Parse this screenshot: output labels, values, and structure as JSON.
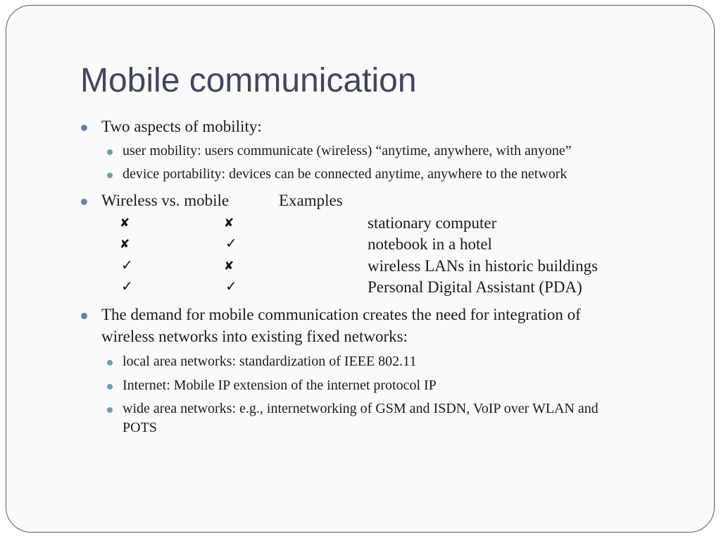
{
  "title": "Mobile communication",
  "aspects": {
    "heading": "Two aspects of mobility:",
    "items": [
      "user mobility: users communicate (wireless) “anytime, anywhere, with anyone”",
      "device portability: devices can be connected anytime, anywhere to the network"
    ]
  },
  "table": {
    "heading": "Wireless vs. mobile",
    "examples_label": "Examples",
    "rows": [
      {
        "wireless": "✘",
        "mobile": "✘",
        "example": "stationary computer"
      },
      {
        "wireless": "✘",
        "mobile": "✓",
        "example": "notebook in a hotel"
      },
      {
        "wireless": "✓",
        "mobile": "✘",
        "example": "wireless LANs in historic buildings"
      },
      {
        "wireless": "✓",
        "mobile": "✓",
        "example": "Personal Digital Assistant (PDA)"
      }
    ]
  },
  "demand": {
    "line1": "The demand for mobile communication creates the need for integration of",
    "line2": "wireless networks into existing fixed networks:",
    "items": [
      {
        "line1": "local area networks: standardization of IEEE 802.11"
      },
      {
        "line1": "Internet: Mobile IP extension of the internet protocol IP"
      },
      {
        "line1": "wide area networks: e.g., internetworking of GSM and ISDN, VoIP over WLAN and",
        "line2": "POTS"
      }
    ]
  },
  "colors": {
    "title": "#454558",
    "bullet_level1": "#6b7fa0",
    "bullet_level2": "#7a9aa0",
    "slide_border": "#5a5a5a"
  },
  "icons": {
    "cross": "cross-mark-icon",
    "check": "check-mark-icon"
  }
}
